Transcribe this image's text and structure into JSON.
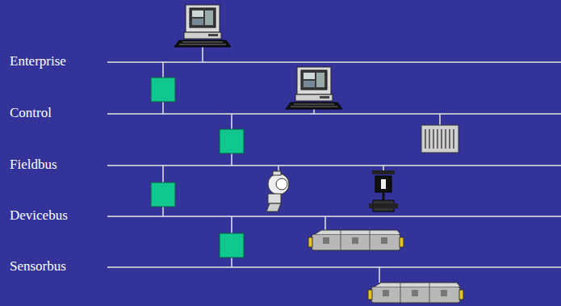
{
  "diagram": {
    "labels": [
      "Enterprise",
      "Control",
      "Fieldbus",
      "Devicebus",
      "Sensorbus"
    ]
  }
}
